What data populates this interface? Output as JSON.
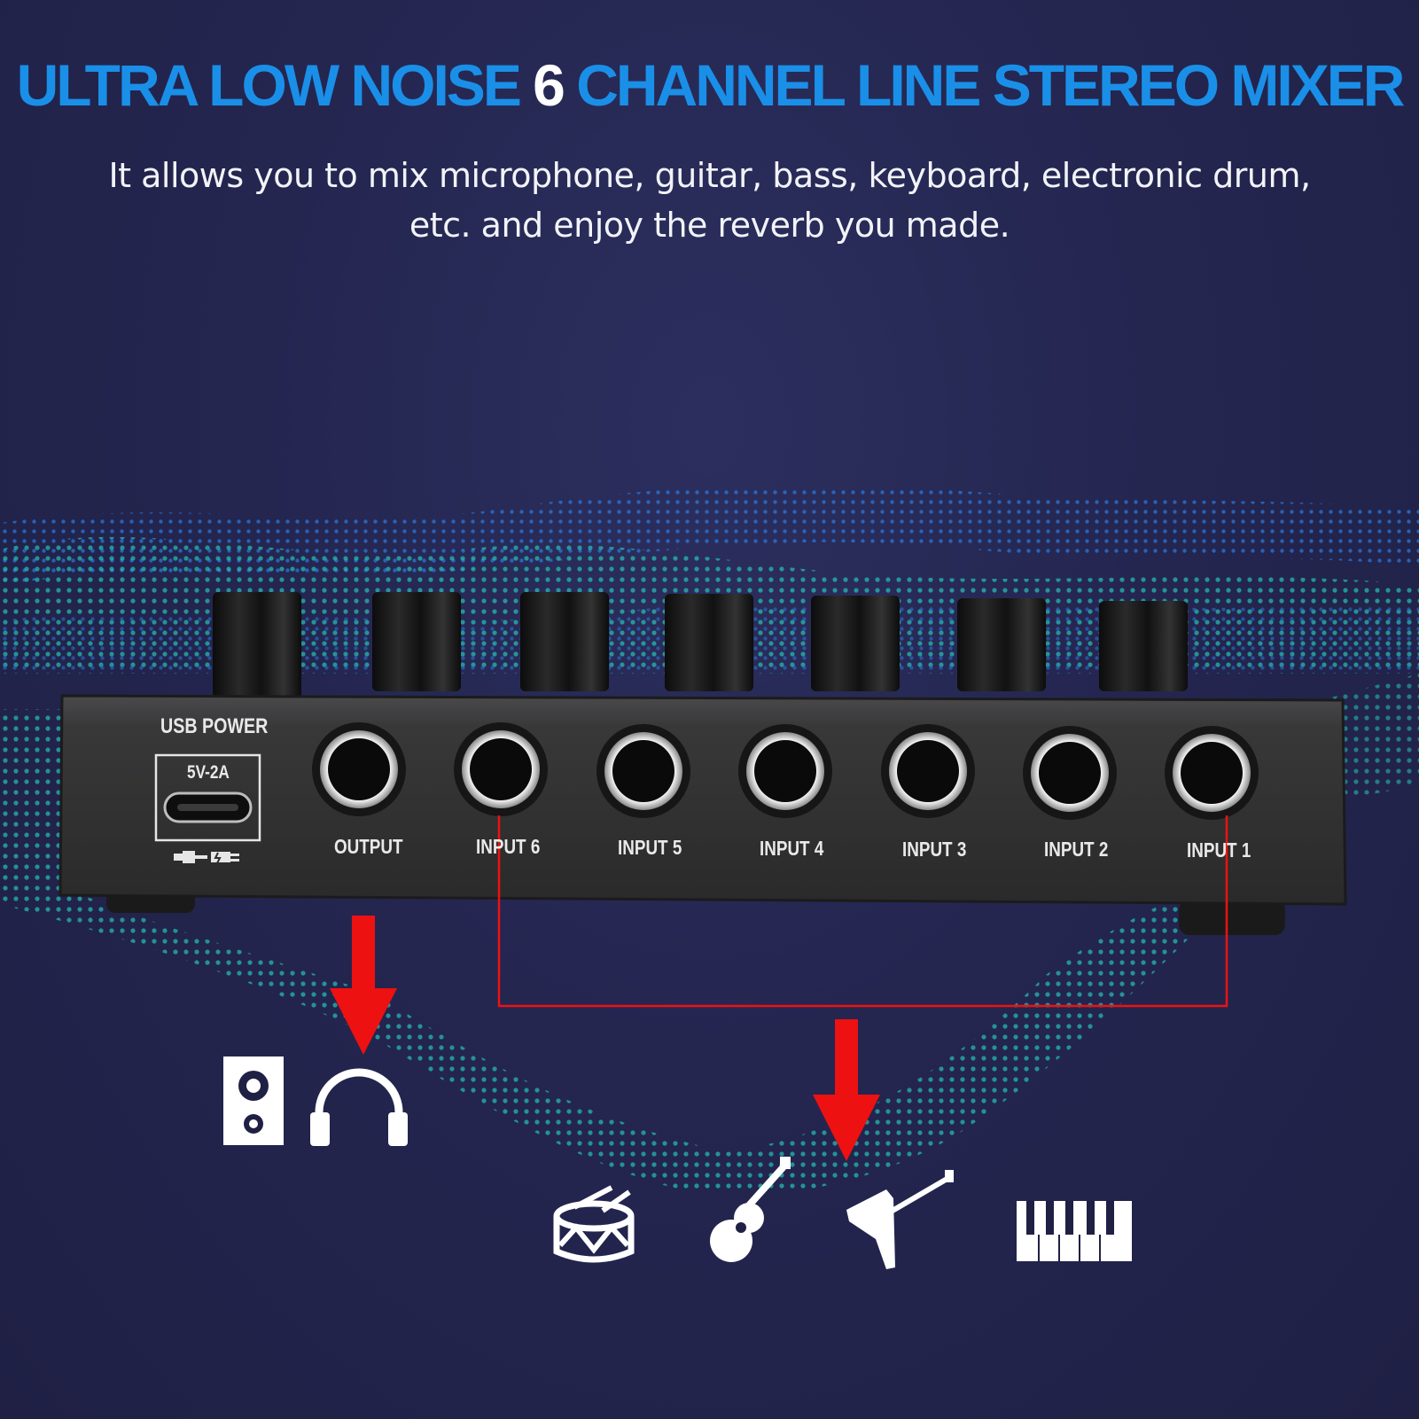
{
  "headline": {
    "part1": "ULTRA LOW NOISE ",
    "number": "6",
    "part2": " CHANNEL LINE STEREO MIXER"
  },
  "subtitle": {
    "line1": "It allows you to mix microphone, guitar, bass, keyboard, electronic drum,",
    "line2": "etc. and enjoy the reverb you made."
  },
  "device": {
    "usb_power_label": "USB POWER",
    "usb_spec_label": "5V-2A",
    "port_labels": [
      "OUTPUT",
      "INPUT 6",
      "INPUT 5",
      "INPUT 4",
      "INPUT 3",
      "INPUT 2",
      "INPUT 1"
    ]
  },
  "colors": {
    "headline_blue": "#1a8fe8",
    "arrow_red": "#ee1111",
    "wave_teal": "#27d3c0",
    "wave_blue": "#2a7ee8"
  },
  "icons": {
    "outputs": [
      "speaker-icon",
      "headphones-icon"
    ],
    "inputs": [
      "drum-icon",
      "acoustic-guitar-icon",
      "electric-guitar-icon",
      "keyboard-icon"
    ]
  }
}
